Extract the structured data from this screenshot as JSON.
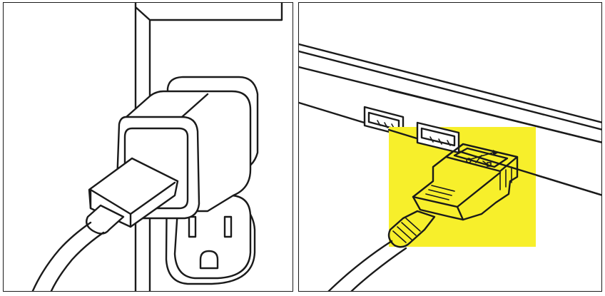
{
  "panels": [
    {
      "id": "left",
      "depicts": "wall-charger-plugged-into-outlet"
    },
    {
      "id": "right",
      "depicts": "usb-cable-plugged-into-computer-port"
    }
  ],
  "colors": {
    "line": "#1a1a1a",
    "background": "#ffffff",
    "highlight": "#f7ef2b"
  },
  "icons": [
    "usb-trident-icon"
  ]
}
